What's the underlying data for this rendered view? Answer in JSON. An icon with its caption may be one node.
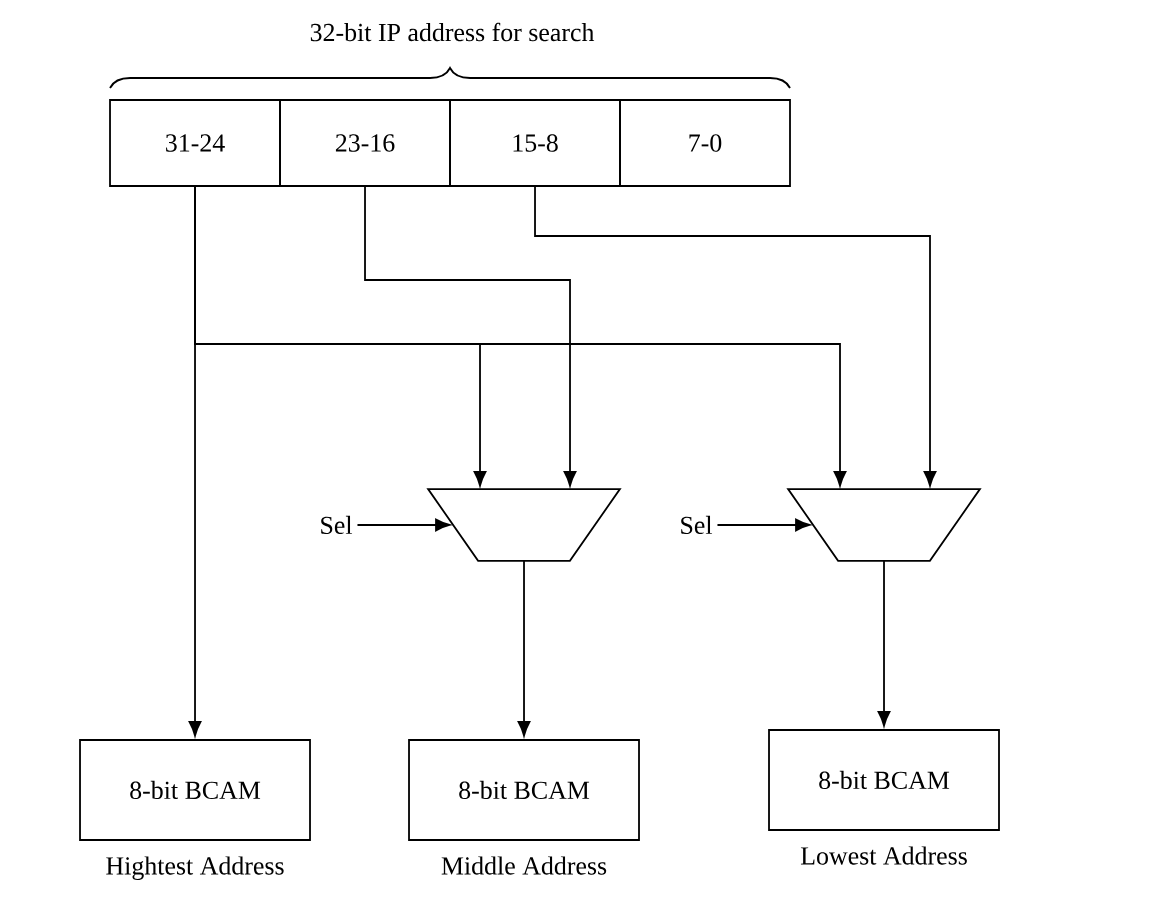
{
  "diagram": {
    "title": "32-bit IP address for search",
    "nodes": [
      {
        "text": [
          "31-24"
        ]
      },
      {
        "text": [
          "23-16"
        ]
      },
      {
        "text": [
          "15-8"
        ]
      },
      {
        "text": [
          "7-0"
        ]
      },
      {
        "text": [],
        "shape": "trapezoid"
      },
      {
        "text": [],
        "shape": "trapezoid"
      },
      {
        "text": [
          "Sel"
        ]
      },
      {
        "text": [
          "Sel"
        ]
      },
      {
        "text": [
          "8-bit BCAM"
        ],
        "beside": [
          "Hightest Address"
        ]
      },
      {
        "text": [
          "8-bit BCAM"
        ],
        "beside": [
          "Middle Address"
        ]
      },
      {
        "text": [
          "8-bit BCAM"
        ],
        "beside": [
          "Lowest Address"
        ]
      }
    ],
    "edges": [
      {
        "from": 0,
        "to": 8,
        "arrow": "to"
      },
      {
        "from": 0,
        "to": 4,
        "arrow": "to"
      },
      {
        "from": 0,
        "to": 5,
        "arrow": "to"
      },
      {
        "from": 1,
        "to": 4,
        "arrow": "to"
      },
      {
        "from": 2,
        "to": 5,
        "arrow": "to"
      },
      {
        "from": 6,
        "to": 4,
        "arrow": "to"
      },
      {
        "from": 7,
        "to": 5,
        "arrow": "to"
      },
      {
        "from": 4,
        "to": 9,
        "arrow": "to"
      },
      {
        "from": 5,
        "to": 10,
        "arrow": "to"
      }
    ]
  }
}
